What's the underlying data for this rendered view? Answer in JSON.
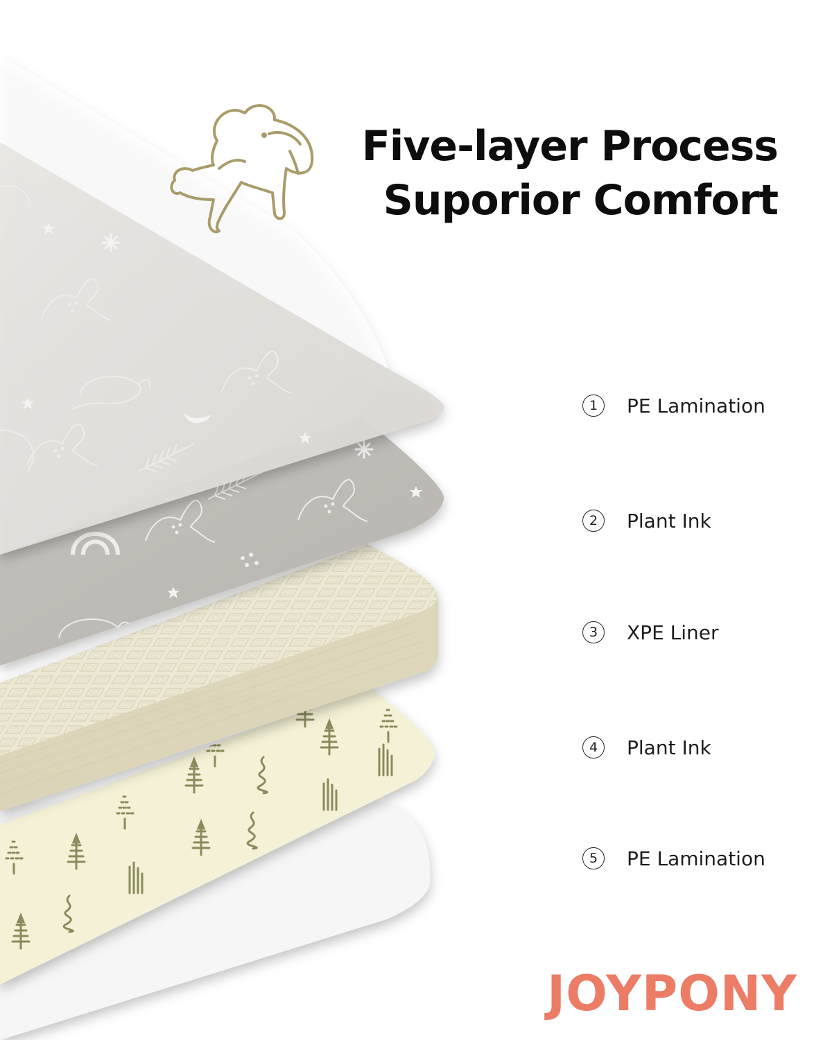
{
  "header": {
    "title_line1": "Five-layer Process",
    "title_line2": "Suporior Comfort"
  },
  "mascot": {
    "icon": "pony-outline-icon",
    "color": "#a99c6a"
  },
  "layers": [
    {
      "number": "1",
      "label": "PE Lamination"
    },
    {
      "number": "2",
      "label": "Plant Ink"
    },
    {
      "number": "3",
      "label": "XPE Liner"
    },
    {
      "number": "4",
      "label": "Plant Ink"
    },
    {
      "number": "5",
      "label": "PE Lamination"
    }
  ],
  "brand": {
    "name": "JOYPONY",
    "color": "#ec7c66"
  },
  "colors": {
    "gray_print": "#bdbab6",
    "xpe_foam": "#ebe7d3",
    "cream_print": "#f4f1d6",
    "tree_ink": "#8a8b5c"
  }
}
